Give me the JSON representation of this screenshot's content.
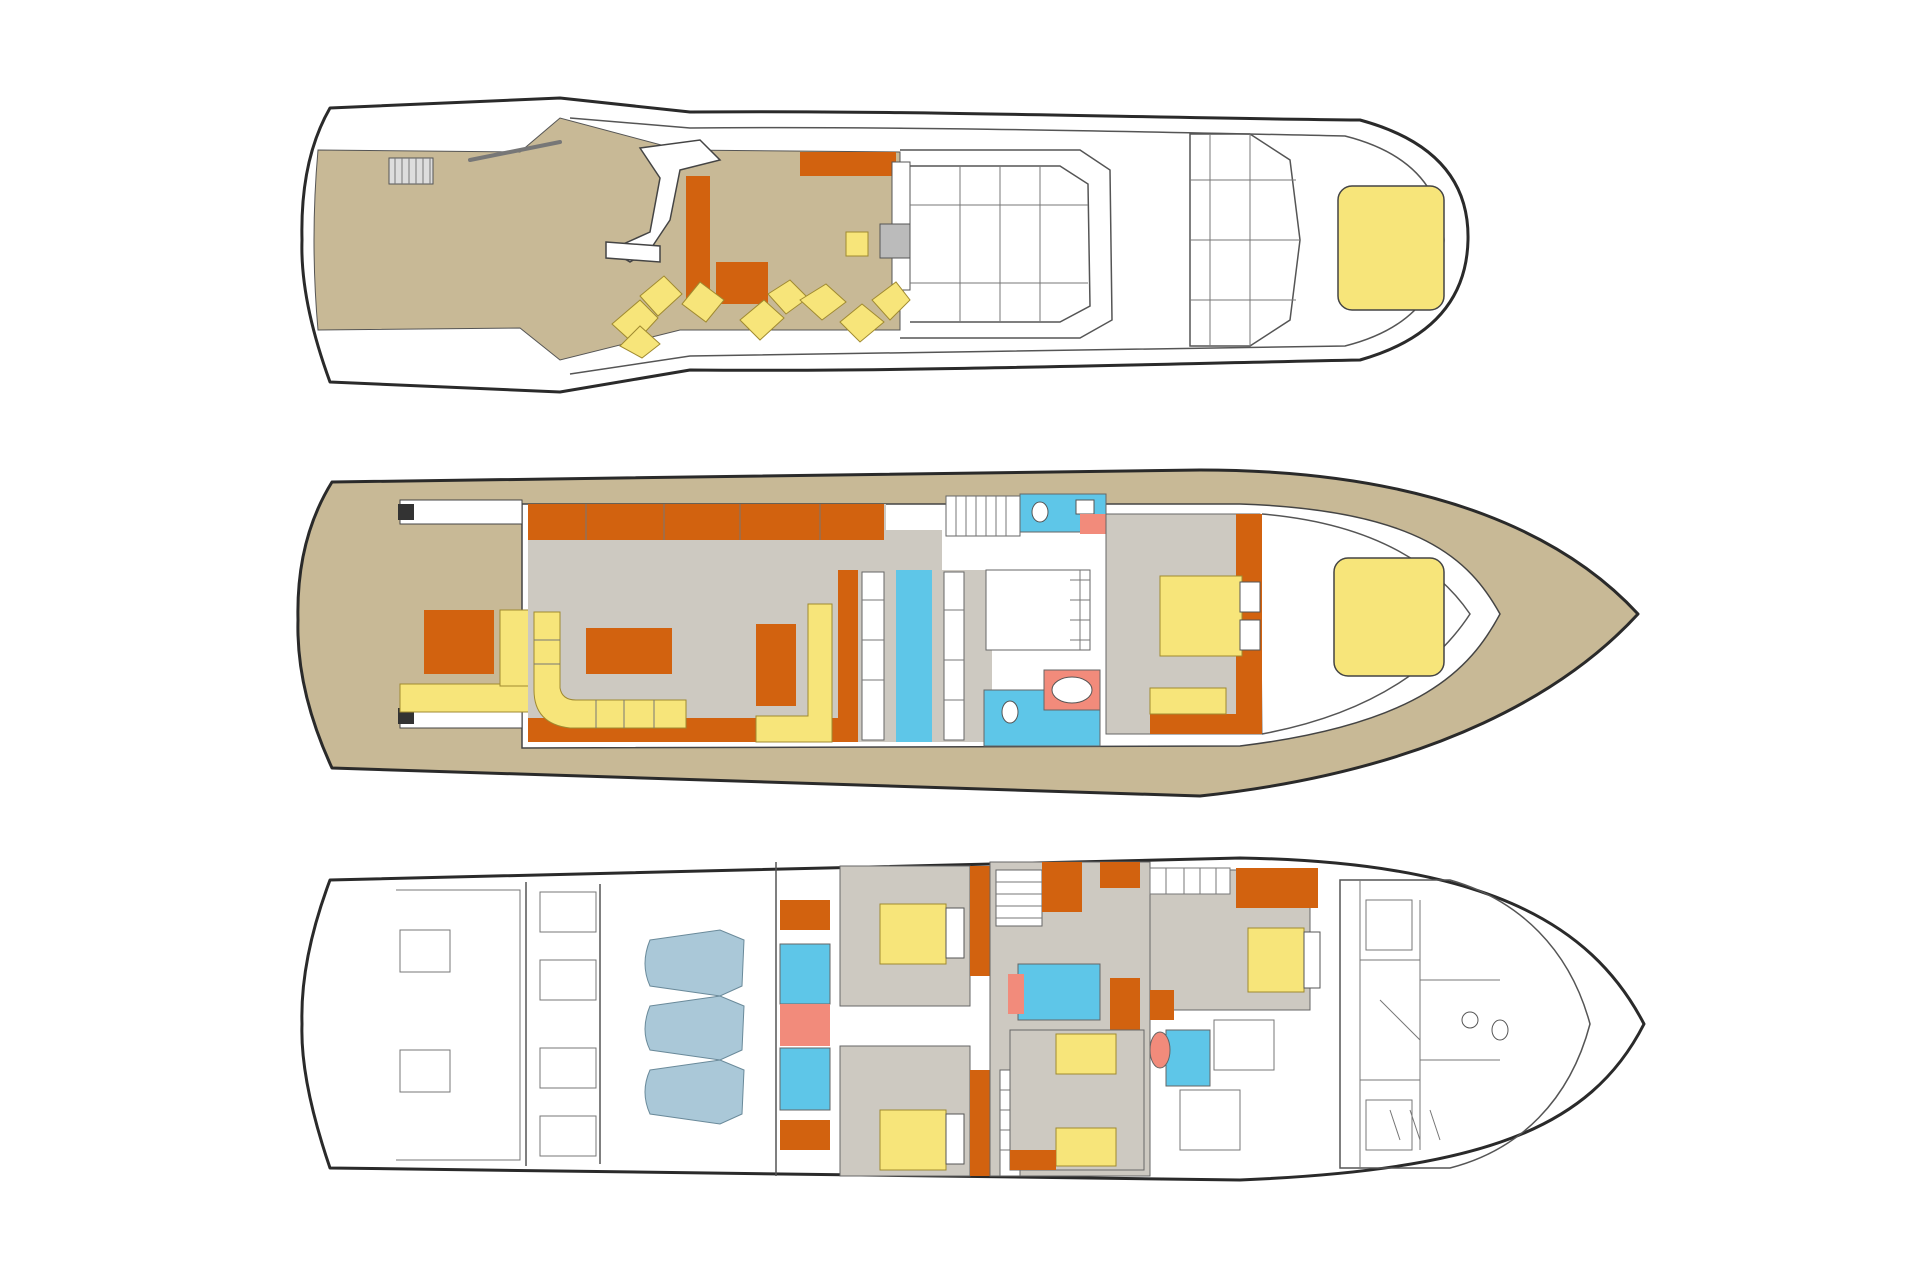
{
  "diagram": {
    "decks": [
      {
        "id": "flybridge",
        "name": ""
      },
      {
        "id": "main-deck",
        "name": ""
      },
      {
        "id": "lower-deck",
        "name": ""
      }
    ],
    "legend_colors": {
      "deck_teak": "#c8b996",
      "salon_floor": "#cdc9c1",
      "furniture": "#d2620f",
      "upholstery": "#f7e57a",
      "bathroom": "#5ec6e8",
      "shower_pink": "#f28b7b",
      "engine": "#aac8d8",
      "white": "#ffffff"
    },
    "engine_room_labels": [
      "",
      "",
      "",
      ""
    ],
    "tank_labels": [
      "",
      "",
      ""
    ]
  }
}
